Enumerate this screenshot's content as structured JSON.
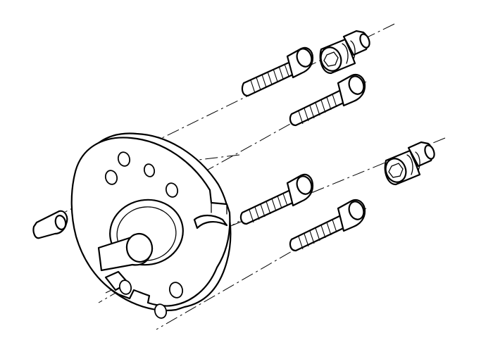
{
  "diagram": {
    "type": "exploded-assembly-drawing",
    "line_color": "#000000",
    "background_color": "#ffffff",
    "parts": [
      {
        "id": "flange-plate",
        "count": 1
      },
      {
        "id": "socket-head-cap-screw",
        "count": 4
      },
      {
        "id": "alignment-sleeve",
        "count": 2
      },
      {
        "id": "dowel-pin",
        "count": 1
      }
    ],
    "center_lines": "dash-dot"
  }
}
